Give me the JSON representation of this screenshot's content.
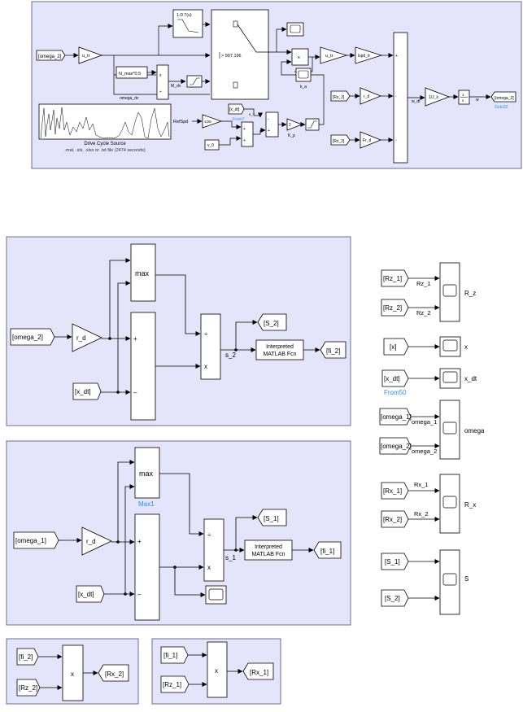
{
  "colors": {
    "subsystem_fill": "#e4e4fa",
    "subsystem_border": "#6b6b9a",
    "block_fill": "#ffffff",
    "line": "#000000",
    "link_blue": "#1e90ff"
  },
  "top": {
    "goto_omega2_in": "[omega_2]",
    "u_tr_gain": "u_tr",
    "lookup_1d": "1-D T(u)",
    "switch_threshold": "> 997.196",
    "n_max_const": "N_max*0.5",
    "m_dv": "M_dv",
    "omega_dv": "omega_dv",
    "drive_cycle_title": "Drive Cycle Source",
    "drive_cycle_sub": ".mat, .xls, .xlsx or .txt file (2474  seconds)",
    "ref_spd": "RefSpd",
    "gain_1_25": "1/25",
    "from_x_dt": "[x_dt]",
    "from7": "From7",
    "v_v": "v_v",
    "v_0": "v_0",
    "gain_2": "2",
    "k_p": "K_p",
    "mul": "x",
    "u_tr2": "u_tr",
    "spd_tr": "lspd_tr",
    "k_a": "k_a",
    "from_rx2": "[Rx_2]",
    "r_d": "r_d",
    "from_rz2": "[Rz_2]",
    "fr_d": "Fr_d",
    "sum_plus": "+",
    "sum_minus": "-",
    "w_dt": "w_dt",
    "inv_jk": "1/J_k",
    "integrator": "1/s",
    "w": "w",
    "goto_omega2_out": "[omega_2]",
    "goto22": "Goto22"
  },
  "mid": {
    "from_omega2": "[omega_2]",
    "r_d": "r_d",
    "max": "max",
    "from_x_dt": "[x_dt]",
    "goto_s2": "[S_2]",
    "s_label": "s_2",
    "fcn": "Interpreted\nMATLAB Fcn",
    "goto_fi2": "[fi_2]",
    "plus": "+",
    "minus": "–",
    "div_top": "÷",
    "mul": "x"
  },
  "low": {
    "from_omega1": "[omega_1]",
    "r_d": "r_d",
    "max": "max",
    "max_caption": "Max1",
    "from_x_dt": "[x_dt]",
    "goto_s1": "[S_1]",
    "s_label": "s_1",
    "fcn": "Interpreted\nMATLAB Fcn",
    "goto_fi1": "[fi_1]",
    "plus": "+",
    "minus": "–",
    "div_top": "÷",
    "mul": "x"
  },
  "bottom_left": {
    "from_fi2": "[fi_2]",
    "from_rz2": "[Rz_2]",
    "mul": "x",
    "goto_rx2": "[Rx_2]"
  },
  "bottom_right": {
    "from_fi1": "[fi_1]",
    "from_rz1": "[Rz_1]",
    "mul": "x",
    "goto_rx1": "[Rx_1]"
  },
  "scopes": {
    "rz1": "[Rz_1]",
    "rz1_sig": "Rz_1",
    "rz2": "[Rz_2]",
    "rz2_sig": "Rz_2",
    "rz_label": "R_z",
    "x": "[x]",
    "x_label": "x",
    "x_dt": "[x_dt]",
    "x_dt_label": "x_dt",
    "from50": "From50",
    "om1": "[omega_1]",
    "om1_sig": "omega_1",
    "om2": "[omega_2]",
    "om2_sig": "omega_2",
    "omega_label": "omega",
    "rx1": "[Rx_1]",
    "rx1_sig": "Rx_1",
    "rx2": "[Rx_2]",
    "rx2_sig": "Rx_2",
    "rx_label": "R_x",
    "s1": "[S_1]",
    "s2": "[S_2]",
    "s_label": "S"
  }
}
